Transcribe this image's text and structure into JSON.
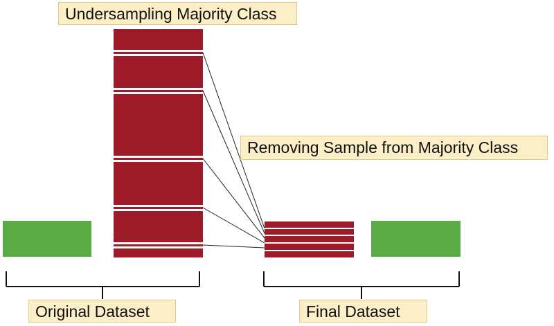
{
  "labels": {
    "title": "Undersampling Majority Class",
    "annotation": "Removing Sample from Majority Class",
    "original_dataset": "Original Dataset",
    "final_dataset": "Final Dataset"
  },
  "colors": {
    "majority": "#9e1b2a",
    "minority": "#5aaa46",
    "label_bg": "#fcefc7"
  }
}
